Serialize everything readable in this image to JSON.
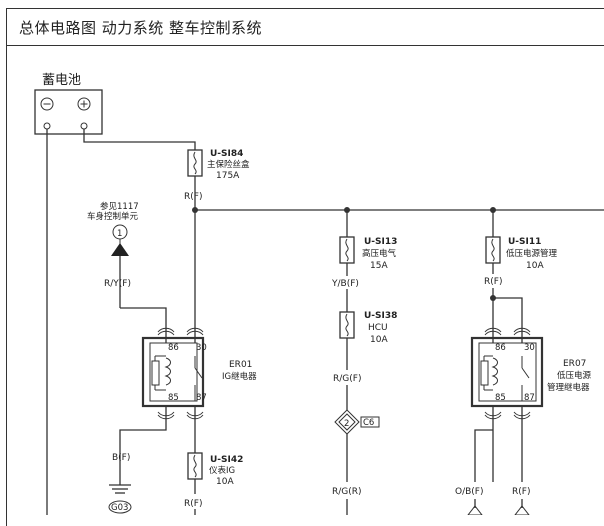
{
  "header": {
    "title": "总体电路图  动力系统  整车控制系统"
  },
  "battery": {
    "label": "蓄电池",
    "neg_symbol": "⊖",
    "pos_symbol": "⊕"
  },
  "fuses": {
    "main": {
      "id": "U-SI84",
      "name": "主保险丝盒",
      "rating": "175A"
    },
    "hv": {
      "id": "U-SI13",
      "name": "高压电气",
      "rating": "15A"
    },
    "hcu": {
      "id": "U-SI38",
      "name": "HCU",
      "rating": "10A"
    },
    "lv": {
      "id": "U-SI11",
      "name": "低压电源管理",
      "rating": "10A"
    },
    "meter": {
      "id": "U-SI42",
      "name": "仪表IG",
      "rating": "10A"
    }
  },
  "relays": {
    "er01": {
      "id": "ER01",
      "name": "IG继电器",
      "pins": [
        "86",
        "30",
        "85",
        "87"
      ]
    },
    "er07": {
      "id": "ER07",
      "name_line1": "低压电源",
      "name_line2": "管理继电器",
      "pins": [
        "86",
        "30",
        "85",
        "87"
      ]
    }
  },
  "reference": {
    "line1": "参见1117",
    "line2": "车身控制单元",
    "connector_num": "1"
  },
  "wires": {
    "rf_main": "R(F)",
    "ryf": "R/Y(F)",
    "bf": "B(F)",
    "rf_meter": "R(F)",
    "ybf": "Y/B(F)",
    "rgf": "R/G(F)",
    "rgr": "R/G(R)",
    "rf_lv": "R(F)",
    "obf": "O/B(F)",
    "rf_lv2": "R(F)"
  },
  "connector": {
    "num": "2",
    "code": "C6"
  },
  "ground": {
    "id": "G03"
  }
}
